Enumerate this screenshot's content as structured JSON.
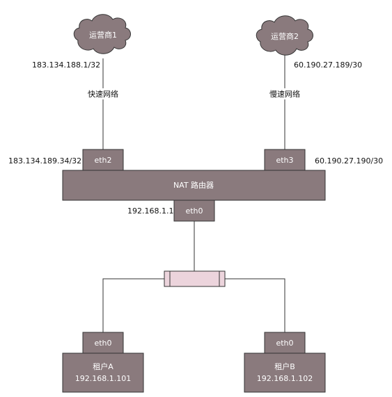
{
  "colors": {
    "box_fill": "#8a7a7d",
    "box_stroke": "#333333",
    "cloud_fill": "#8a7a7d",
    "switch_fill": "#ecd4dc",
    "line": "#333333"
  },
  "isp1": {
    "name": "运营商1",
    "ip": "183.134.188.1/32",
    "link_label": "快速网络",
    "icon": "cloud-icon"
  },
  "isp2": {
    "name": "运营商2",
    "ip": "60.190.27.189/30",
    "link_label": "慢速网络",
    "icon": "cloud-icon"
  },
  "router": {
    "label": "NAT 路由器",
    "eth2": {
      "label": "eth2",
      "ip": "183.134.189.34/32"
    },
    "eth3": {
      "label": "eth3",
      "ip": "60.190.27.190/30"
    },
    "eth0": {
      "label": "eth0",
      "ip": "192.168.1.1"
    }
  },
  "switch": {
    "icon": "switch-icon"
  },
  "tenantA": {
    "label": "租户A",
    "ip": "192.168.1.101",
    "eth": "eth0"
  },
  "tenantB": {
    "label": "租户B",
    "ip": "192.168.1.102",
    "eth": "eth0"
  }
}
